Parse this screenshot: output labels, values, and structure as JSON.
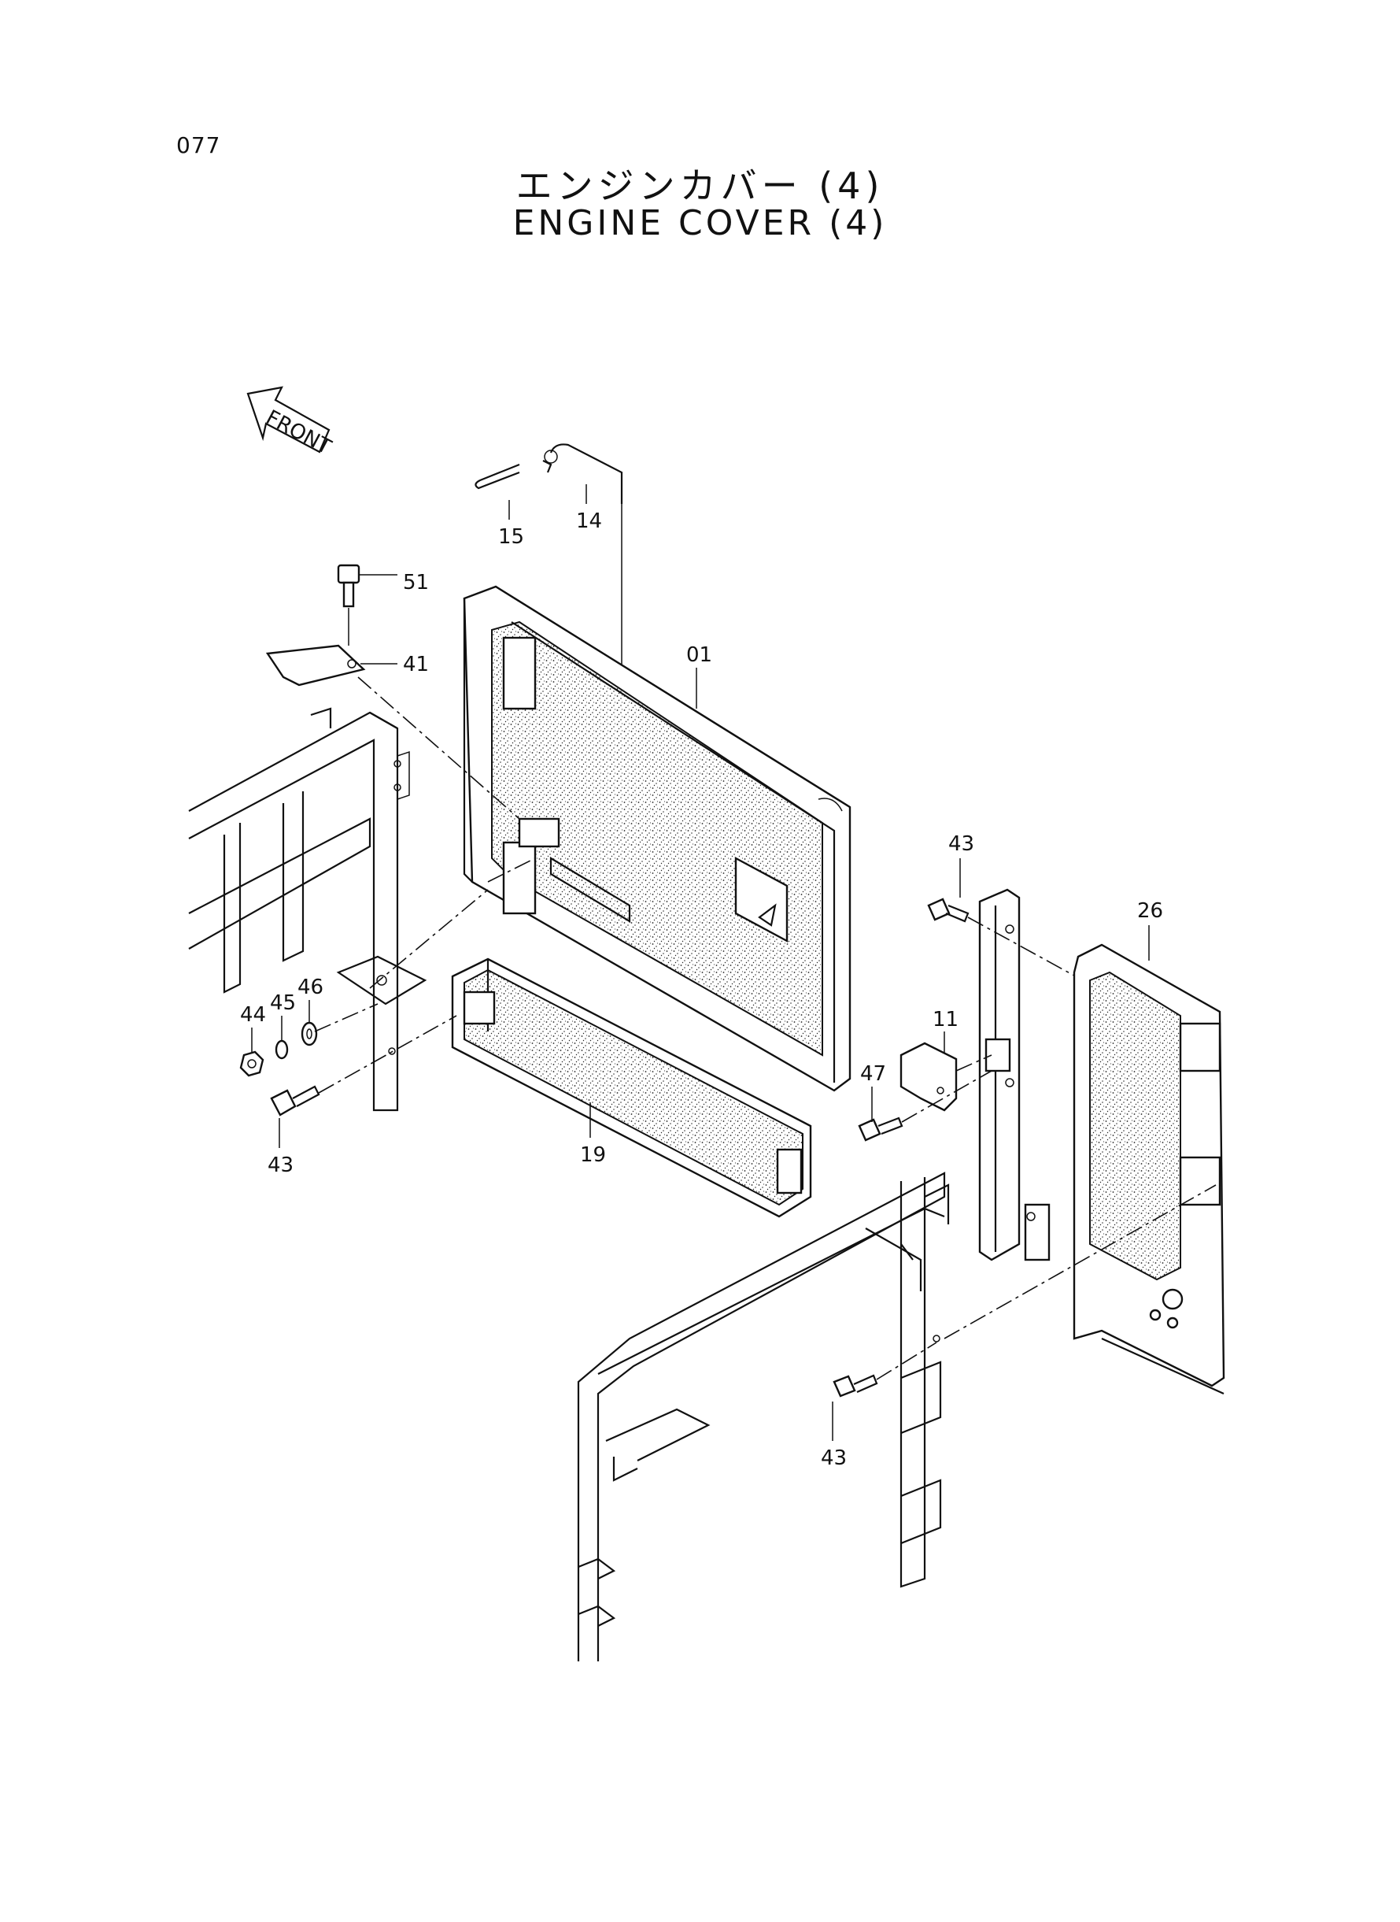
{
  "page_number": "077",
  "title_jp": "エンジンカバー (4)",
  "title_en": "ENGINE  COVER (4)",
  "front_arrow_label": "FRONT",
  "callouts": [
    {
      "id": "c15",
      "label": "15"
    },
    {
      "id": "c14",
      "label": "14"
    },
    {
      "id": "c51",
      "label": "51"
    },
    {
      "id": "c41",
      "label": "41"
    },
    {
      "id": "c01",
      "label": "01"
    },
    {
      "id": "c43a",
      "label": "43"
    },
    {
      "id": "c26",
      "label": "26"
    },
    {
      "id": "c46",
      "label": "46"
    },
    {
      "id": "c45",
      "label": "45"
    },
    {
      "id": "c44",
      "label": "44"
    },
    {
      "id": "c11",
      "label": "11"
    },
    {
      "id": "c47",
      "label": "47"
    },
    {
      "id": "c43b",
      "label": "43"
    },
    {
      "id": "c19",
      "label": "19"
    },
    {
      "id": "c43c",
      "label": "43"
    }
  ]
}
